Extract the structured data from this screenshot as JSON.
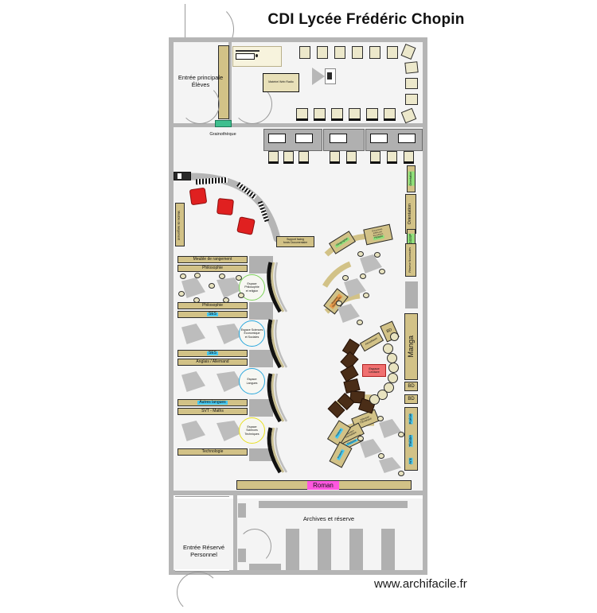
{
  "page": {
    "title": "CDI Lycée Frédéric Chopin",
    "watermark": "www.archifacile.fr"
  },
  "rooms": {
    "entree_principale": "Entrée principale\nÉlèves",
    "entree_principale_l1": "Entrée principale",
    "entree_principale_l2": "Élèves",
    "grainotheque": "Grainothèque",
    "materiel_web_radio": "Matériel Web Radio",
    "archives": "Archives et réserve",
    "entree_reserve_l1": "Entrée Réservé",
    "entree_reserve_l2": "Personnel"
  },
  "left_shelves": [
    {
      "label": "Meuble de rangement",
      "highlight": "none"
    },
    {
      "label": "Philosophie",
      "highlight": "none"
    },
    {
      "label": "Philosophie",
      "highlight": "none"
    },
    {
      "label": "SES",
      "highlight": "cyan"
    },
    {
      "label": "SES",
      "highlight": "cyan"
    },
    {
      "label": "Anglais / Allemand",
      "highlight": "none"
    },
    {
      "label": "Autres langues",
      "highlight": "cyan"
    },
    {
      "label": "SVT - Maths",
      "highlight": "none"
    },
    {
      "label": "Technologie",
      "highlight": "none"
    }
  ],
  "left_vertical_label": "Meuble de rangement",
  "space_circles": [
    {
      "l1": "Espace",
      "l2": "Philosophie",
      "l3": "et religion",
      "color": "#7dd35a"
    },
    {
      "l1": "Espace Sciences",
      "l2": "Économique",
      "l3": "et Sociales",
      "color": "#2aa8dd"
    },
    {
      "l1": "Espace",
      "l2": "Langues",
      "l3": "",
      "color": "#2aa8dd"
    },
    {
      "l1": "Espace",
      "l2": "Sciences",
      "l3": "Techniques",
      "color": "#e8e020"
    }
  ],
  "center_labels": {
    "support_facing": "Support facing\nfonds Documentaire",
    "support_facing_l1": "Support facing",
    "support_facing_l2": "fonds Documentaire"
  },
  "right_vertical_tags": [
    {
      "label": "Orientation",
      "highlight": "green"
    },
    {
      "label": "Orientation",
      "highlight": "none"
    },
    {
      "label": "HGGSP",
      "highlight": "green"
    },
    {
      "label": "Réserve Nouveautés",
      "highlight": "none"
    },
    {
      "label": "Manga",
      "highlight": "none"
    },
    {
      "label": "BD",
      "highlight": "none"
    },
    {
      "label": "BD",
      "highlight": "none"
    },
    {
      "label": "Poésie",
      "highlight": "cyan"
    },
    {
      "label": "Théâtre",
      "highlight": "cyan"
    },
    {
      "label": "Arts",
      "highlight": "cyan"
    }
  ],
  "center_tags": {
    "bd_diag": "BD",
    "periodiques": "Périodiques",
    "espace_lecture_l1": "Espace",
    "espace_lecture_l2": "Lecture",
    "histoire": "Histoire",
    "geographie": "Géographie",
    "documents_sur_les_auteurs": "Documents\nédités par\nles auteurs",
    "reserve_nouveautes": "Réserve\nNouveautés",
    "selection_thematique": "Sélection\nThématique",
    "fictions": "Fictions",
    "roman": "Roman"
  },
  "roman_shelf": {
    "label": "Roman",
    "highlight": "pink"
  }
}
